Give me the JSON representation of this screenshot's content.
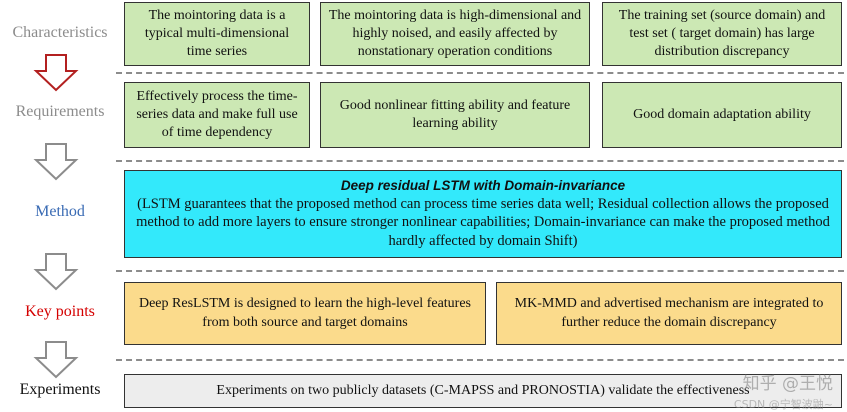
{
  "stages": [
    {
      "id": "characteristics",
      "label": "Characteristics",
      "color": "#8c8c8c"
    },
    {
      "id": "requirements",
      "label": "Requirements",
      "color": "#8c8c8c"
    },
    {
      "id": "method",
      "label": "Method",
      "color": "#3a6bb4"
    },
    {
      "id": "key_points",
      "label": "Key points",
      "color": "#d40000"
    },
    {
      "id": "experiments",
      "label": "Experiments",
      "color": "#111111"
    }
  ],
  "characteristics": [
    "The mointoring data  is a typical multi-dimensional time series",
    "The mointoring data  is high-dimensional and highly noised, and easily affected by nonstationary operation conditions",
    "The training set (source domain) and test set ( target domain) has large distribution discrepancy"
  ],
  "requirements": [
    "Effectively process the time-series data and make full use of time dependency",
    "Good nonlinear fitting ability and  feature learning ability",
    "Good domain adaptation ability"
  ],
  "method": {
    "title": "Deep residual LSTM with Domain-invariance",
    "body": "(LSTM guarantees that the proposed method can process time series data well; Residual collection  allows the proposed method to add more layers to ensure stronger nonlinear capabilities; Domain-invariance can make the proposed method hardly affected by domain Shift)"
  },
  "key_points": [
    "Deep ResLSTM is designed to learn the high-level features from both source and target domains",
    "MK-MMD and advertised mechanism are integrated to further reduce the domain discrepancy"
  ],
  "experiments": {
    "text": "Experiments on two publicly datasets (C-MAPSS and  PRONOSTIA) validate the effectiveness"
  },
  "watermark": {
    "text": "知乎 @王悦",
    "sub": "CSDN @宁智波鼬~"
  },
  "colors": {
    "characteristics_box": "#cce8b4",
    "requirements_box": "#cce8b4",
    "method_box": "#33e9fb",
    "key_points_box": "#fbdb8c",
    "experiments_box": "#ededed",
    "arrow_red": "#b32020",
    "arrow_gray": "#8c8c8c",
    "divider": "#8c8c8c"
  }
}
